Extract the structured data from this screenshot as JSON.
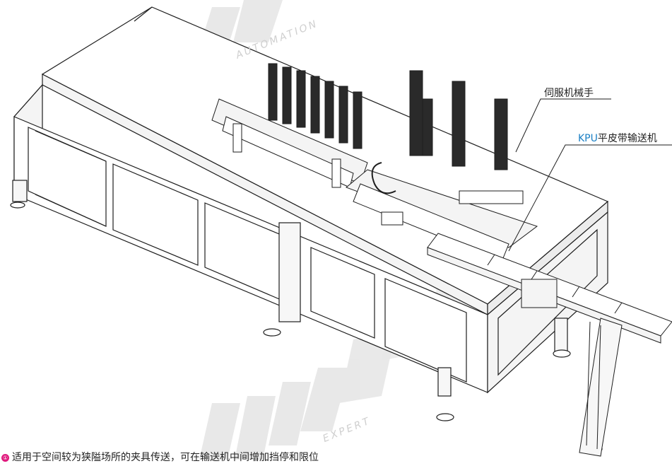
{
  "labels": {
    "servo_arm": "伺服机械手",
    "conveyor_prefix": "KPU",
    "conveyor_suffix": "平皮带输送机"
  },
  "caption": {
    "bullet_symbol": "①",
    "text": "适用于空间较为狭隘场所的夹具传送，可在输送机中间增加挡停和限位"
  },
  "watermark": {
    "top_text": "AUTOMATION",
    "bottom_text": "EXPERT",
    "color": "#d9d9d9"
  },
  "colors": {
    "line": "#1e1e1e",
    "frame_fill": "#ffffff",
    "panel_fill": "#f4f4f4",
    "accent_blue": "#1a7fc4",
    "bullet_pink": "#e0197d"
  }
}
